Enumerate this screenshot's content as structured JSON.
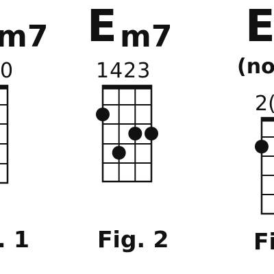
{
  "colors": {
    "ink": "#111111",
    "background": "#ffffff"
  },
  "panels": [
    {
      "title_main": "",
      "title_sub": "m7",
      "subtitle": "",
      "fingering": "0",
      "caption": ". 1",
      "dots": []
    },
    {
      "title_main": "E",
      "title_sub": "m7",
      "subtitle": "",
      "fingering": "1423",
      "caption": "Fig. 2",
      "dots": [
        {
          "string": 1,
          "fret": 2
        },
        {
          "string": 2,
          "fret": 4
        },
        {
          "string": 3,
          "fret": 3
        },
        {
          "string": 4,
          "fret": 3
        }
      ]
    },
    {
      "title_main": "E",
      "title_sub": "",
      "subtitle": "(no",
      "fingering": "2(",
      "caption": "Fi",
      "dots": [
        {
          "string": 1,
          "fret": 2
        }
      ]
    }
  ]
}
